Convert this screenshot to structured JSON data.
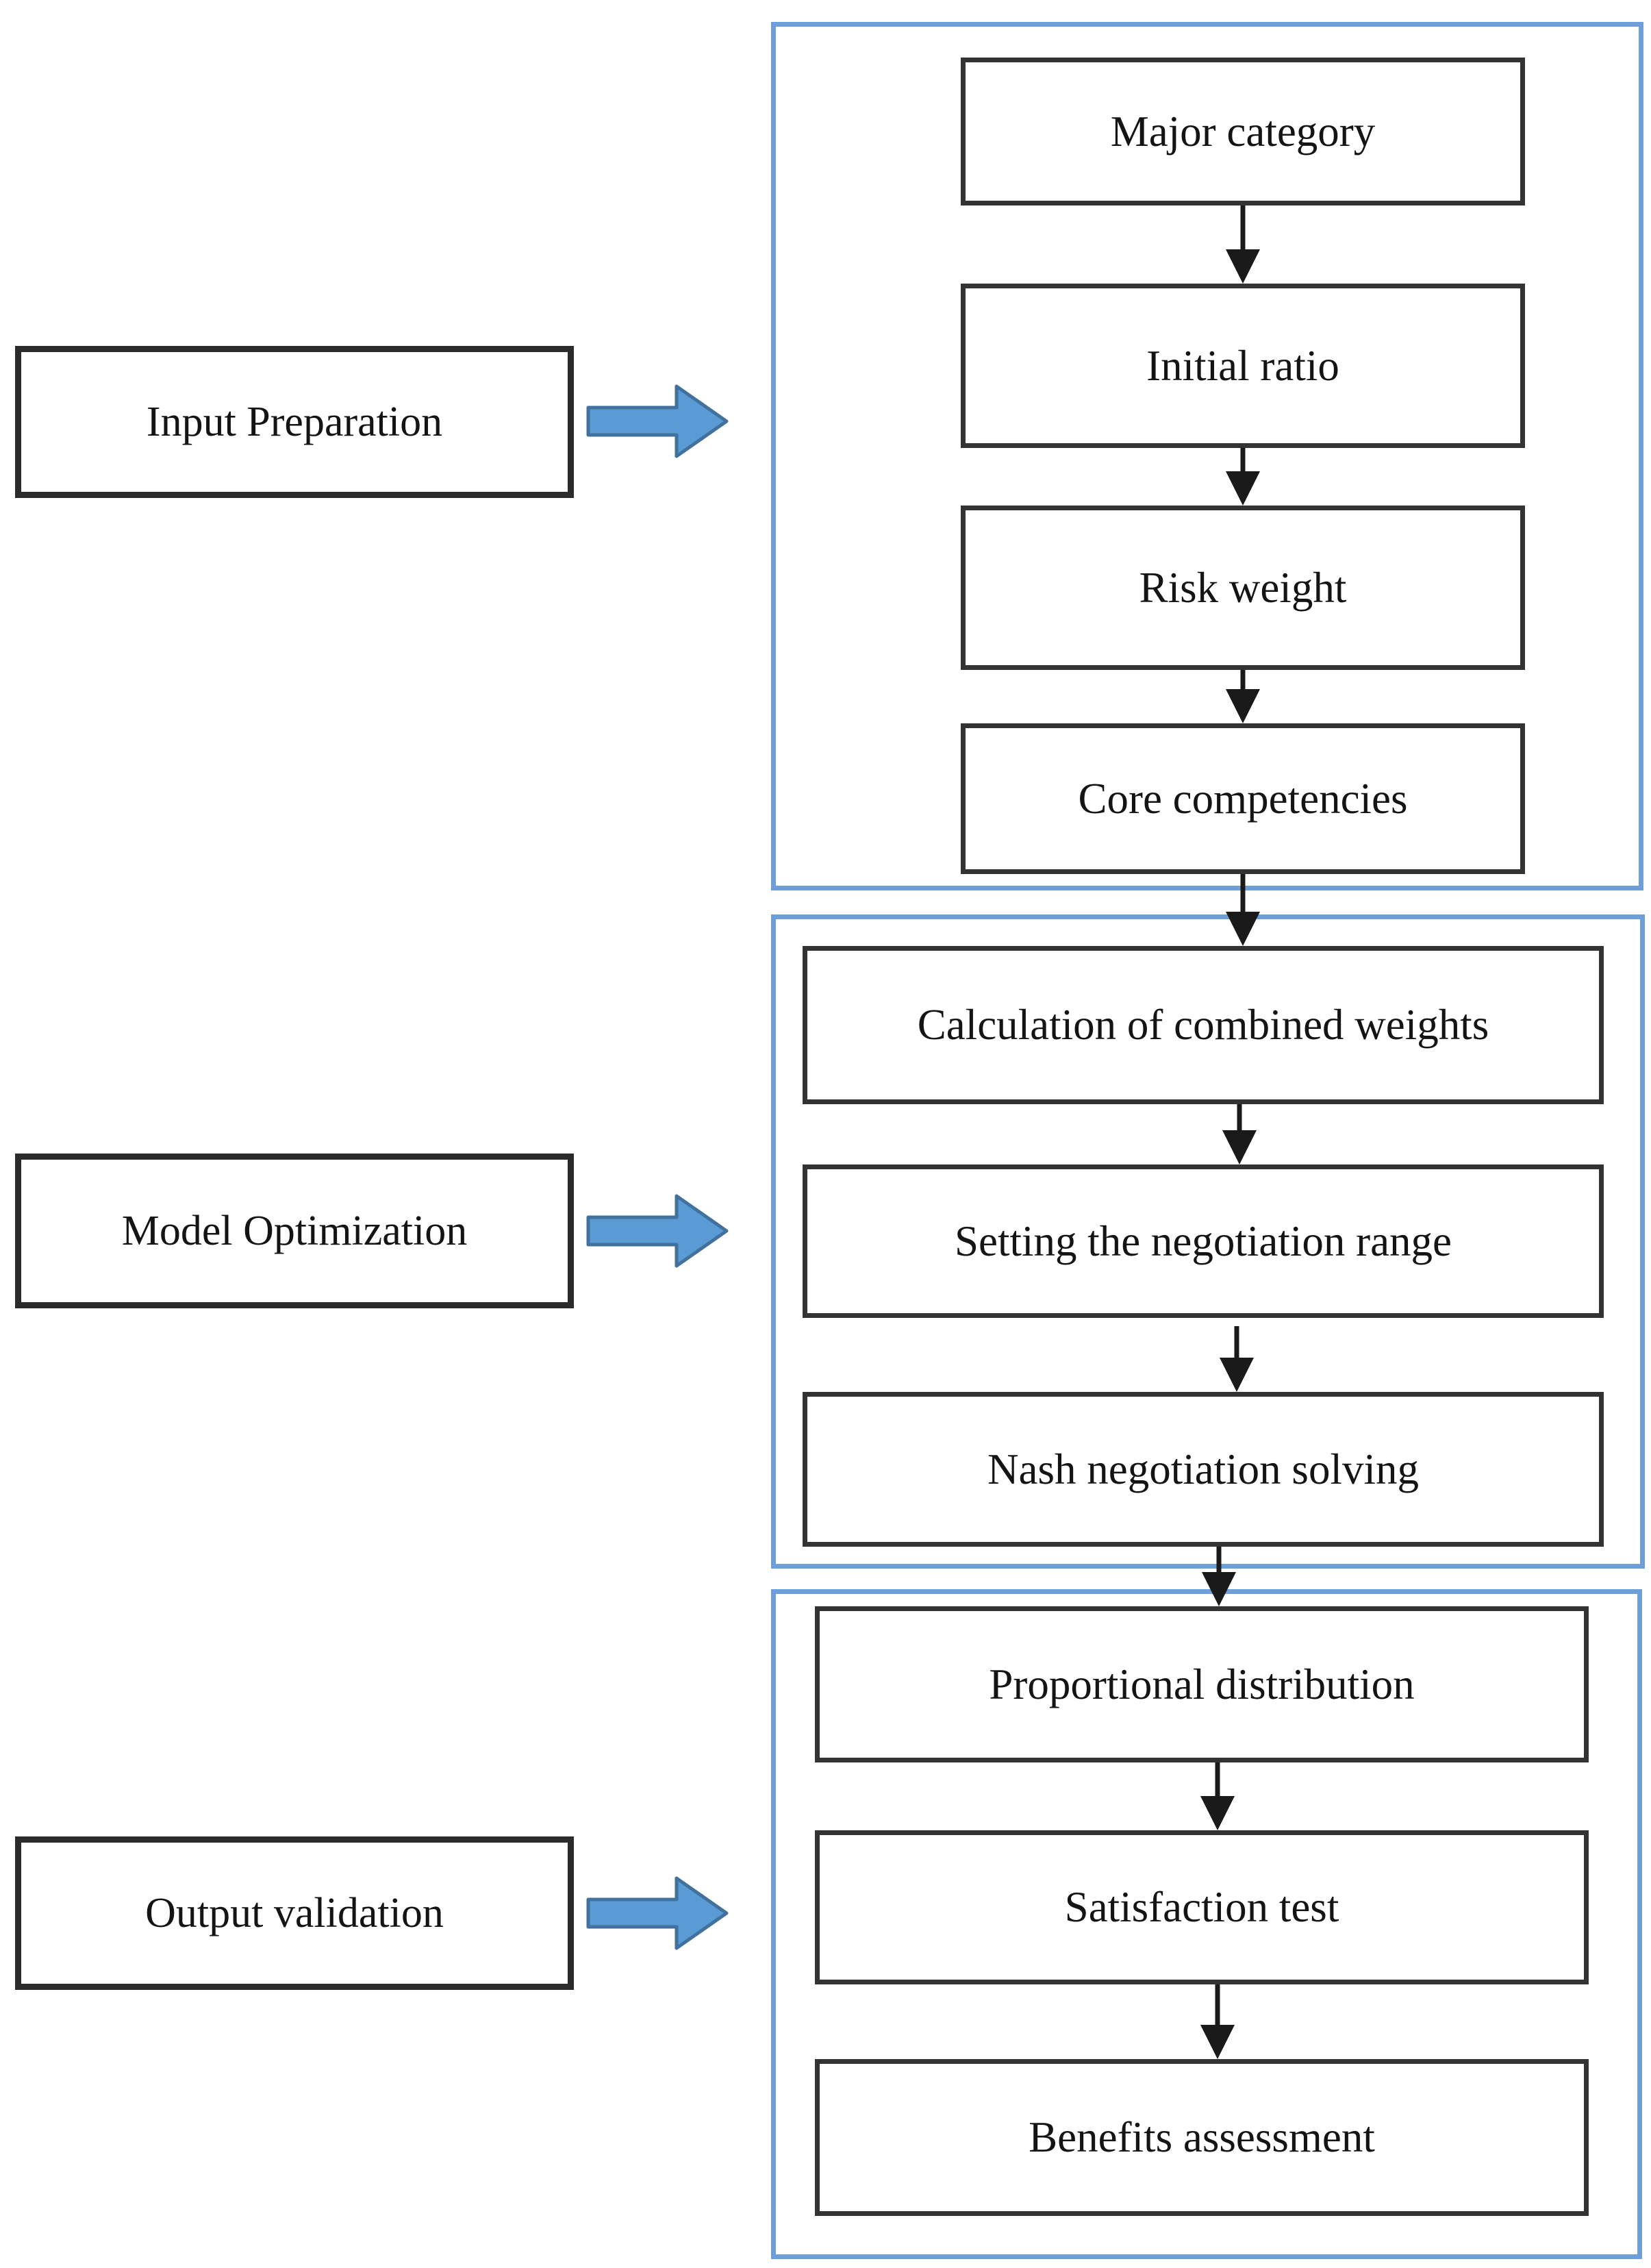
{
  "diagram": {
    "type": "flowchart",
    "stages": [
      {
        "label": "Input Preparation",
        "steps": [
          "Major category",
          "Initial ratio",
          "Risk weight",
          "Core competencies"
        ]
      },
      {
        "label": "Model Optimization",
        "steps": [
          "Calculation of combined weights",
          "Setting the negotiation range",
          "Nash negotiation solving"
        ]
      },
      {
        "label": "Output validation",
        "steps": [
          "Proportional distribution",
          "Satisfaction test",
          "Benefits assessment"
        ]
      }
    ],
    "colors": {
      "container_border": "#6f9fd8",
      "step_box_border": "#333333",
      "stage_box_border": "#2b2b2b",
      "big_arrow_fill": "#5b9bd5",
      "big_arrow_stroke": "#41719c",
      "connector_arrow": "#1a1a1a",
      "background": "#ffffff",
      "text": "#141414"
    }
  }
}
